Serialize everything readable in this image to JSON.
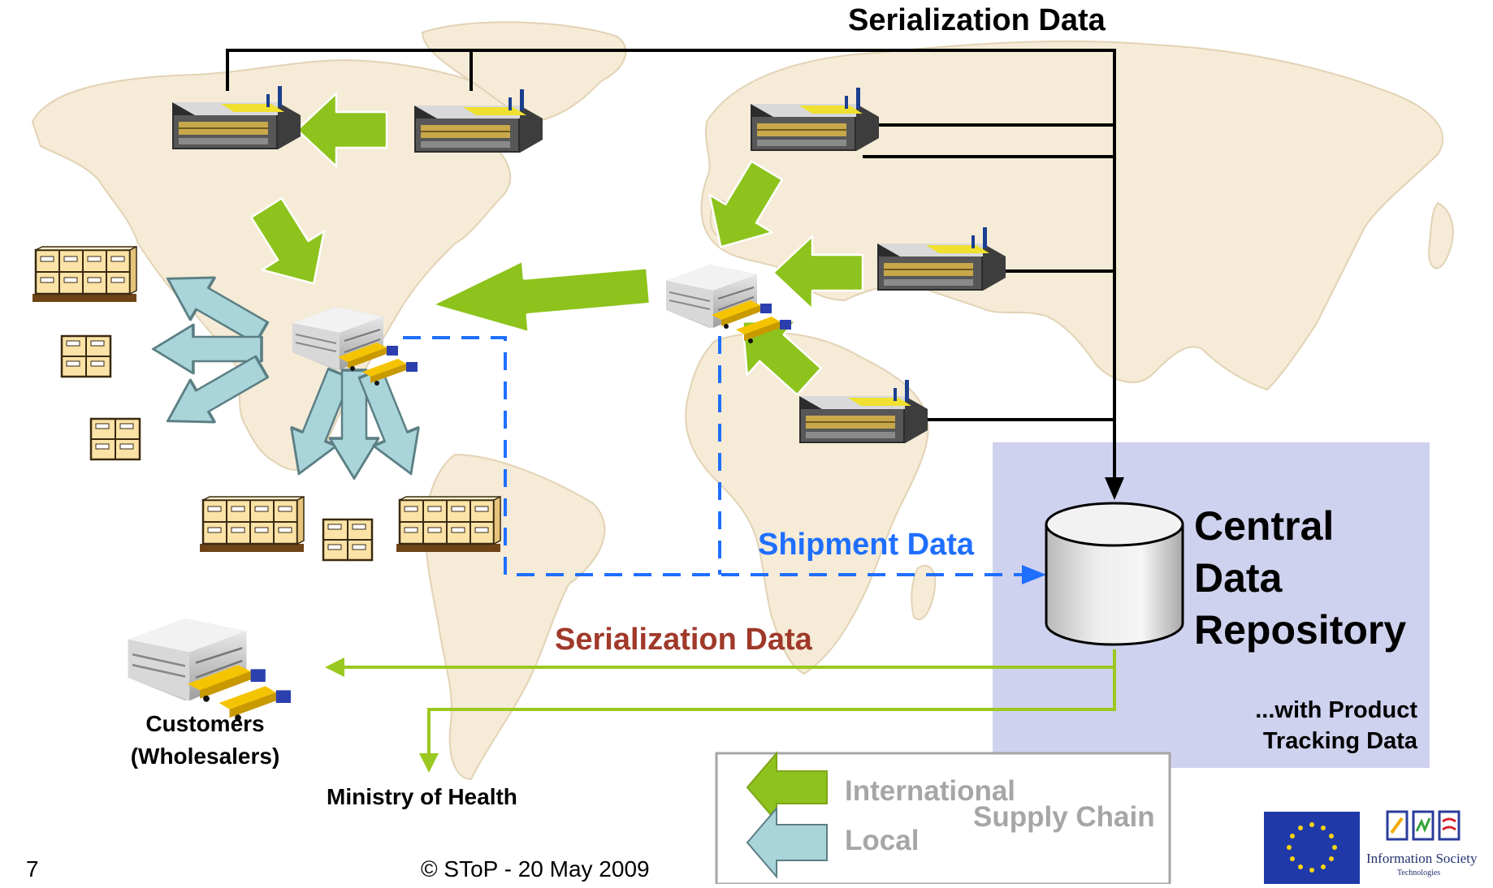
{
  "diagram": {
    "top_label": "Serialization Data",
    "shipment_label": "Shipment Data",
    "serialization_label": "Serialization Data",
    "repository_label": "Central\nData\nRepository",
    "tracking_label": "...with Product\nTracking Data",
    "customers_label": "Customers\n(Wholesalers)",
    "ministry_label": "Ministry of Health"
  },
  "legend": {
    "international_label": "International",
    "supply_chain_label": "Supply Chain",
    "local_label": "Local"
  },
  "footer": {
    "page_number": "7",
    "copyright": "© SToP - 20 May 2009"
  },
  "logos": {
    "info_society_text": "Information Society",
    "technologies_text": "Technologies"
  },
  "colors": {
    "international_arrow": "#8dc31c",
    "local_arrow": "#a9d5da",
    "shipment_line": "#1f6fff",
    "serialization_green_line": "#9bc820",
    "serialization_text": "#a0392a",
    "repository_panel": "#cfd2ee",
    "map_land": "#f5ebd7"
  },
  "icons": [
    "factory-icon",
    "warehouse-icon",
    "pallet-icon",
    "box-icon",
    "database-cylinder-icon",
    "eu-flag-icon",
    "information-society-logo"
  ]
}
